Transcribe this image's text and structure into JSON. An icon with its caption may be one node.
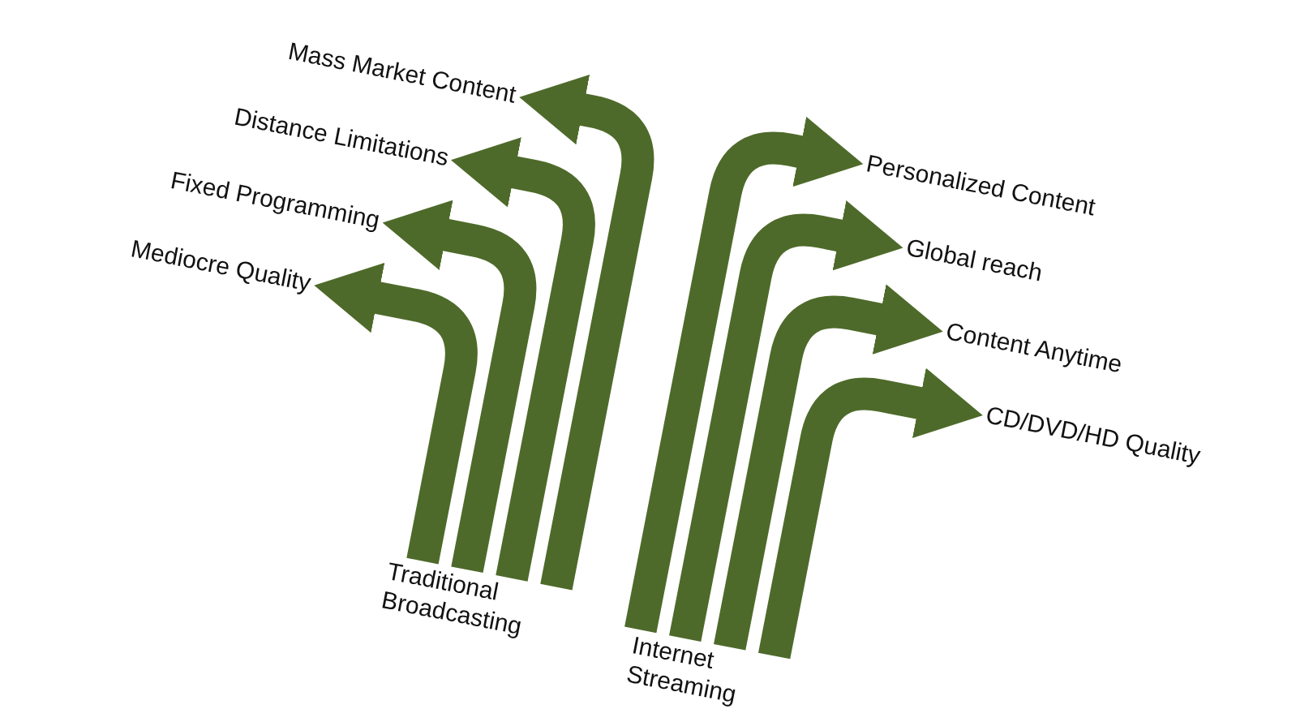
{
  "diagram": {
    "nodes": [
      {
        "text": [
          "Mass Market Content"
        ]
      },
      {
        "text": [
          "Distance Limitations"
        ]
      },
      {
        "text": [
          "Fixed Programming"
        ]
      },
      {
        "text": [
          "Mediocre Quality"
        ]
      },
      {
        "text": [
          "Personalized Content"
        ]
      },
      {
        "text": [
          "Global reach"
        ]
      },
      {
        "text": [
          "Content Anytime"
        ]
      },
      {
        "text": [
          "CD/DVD/HD Quality"
        ]
      },
      {
        "text": [
          "Traditional Broadcasting"
        ]
      },
      {
        "text": [
          "Internet Streaming"
        ]
      }
    ],
    "edges": [
      {
        "from": 8,
        "to": 0,
        "arrow": "to"
      },
      {
        "from": 8,
        "to": 1,
        "arrow": "to"
      },
      {
        "from": 8,
        "to": 2,
        "arrow": "to"
      },
      {
        "from": 8,
        "to": 3,
        "arrow": "to"
      },
      {
        "from": 9,
        "to": 4,
        "arrow": "to"
      },
      {
        "from": 9,
        "to": 5,
        "arrow": "to"
      },
      {
        "from": 9,
        "to": 6,
        "arrow": "to"
      },
      {
        "from": 9,
        "to": 7,
        "arrow": "to"
      }
    ]
  }
}
